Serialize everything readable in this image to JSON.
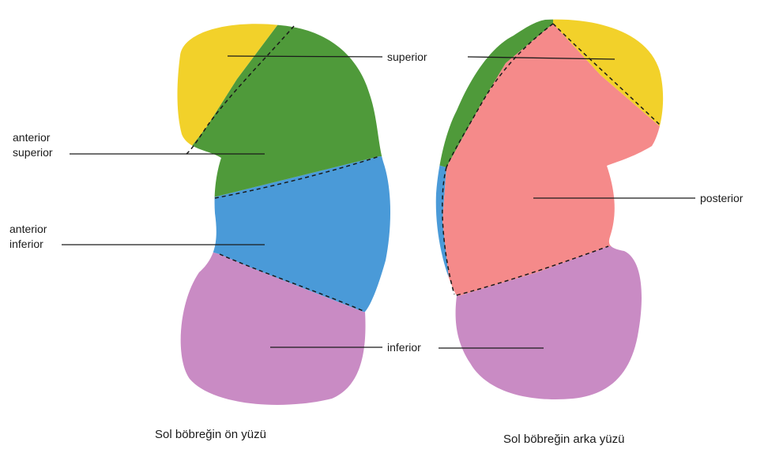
{
  "labels": {
    "superior": "superior",
    "anterior_superior_line1": "anterior",
    "anterior_superior_line2": "superior",
    "anterior_inferior_line1": "anterior",
    "anterior_inferior_line2": "inferior",
    "inferior": "inferior",
    "posterior": "posterior"
  },
  "captions": {
    "front": "Sol böbreğin ön yüzü",
    "back": "Sol böbreğin arka yüzü"
  },
  "colors": {
    "superior": "#f2d12a",
    "anterior_superior": "#4f9a3a",
    "anterior_inferior": "#4a9ad8",
    "inferior": "#c98bc4",
    "posterior": "#f58a8a"
  }
}
